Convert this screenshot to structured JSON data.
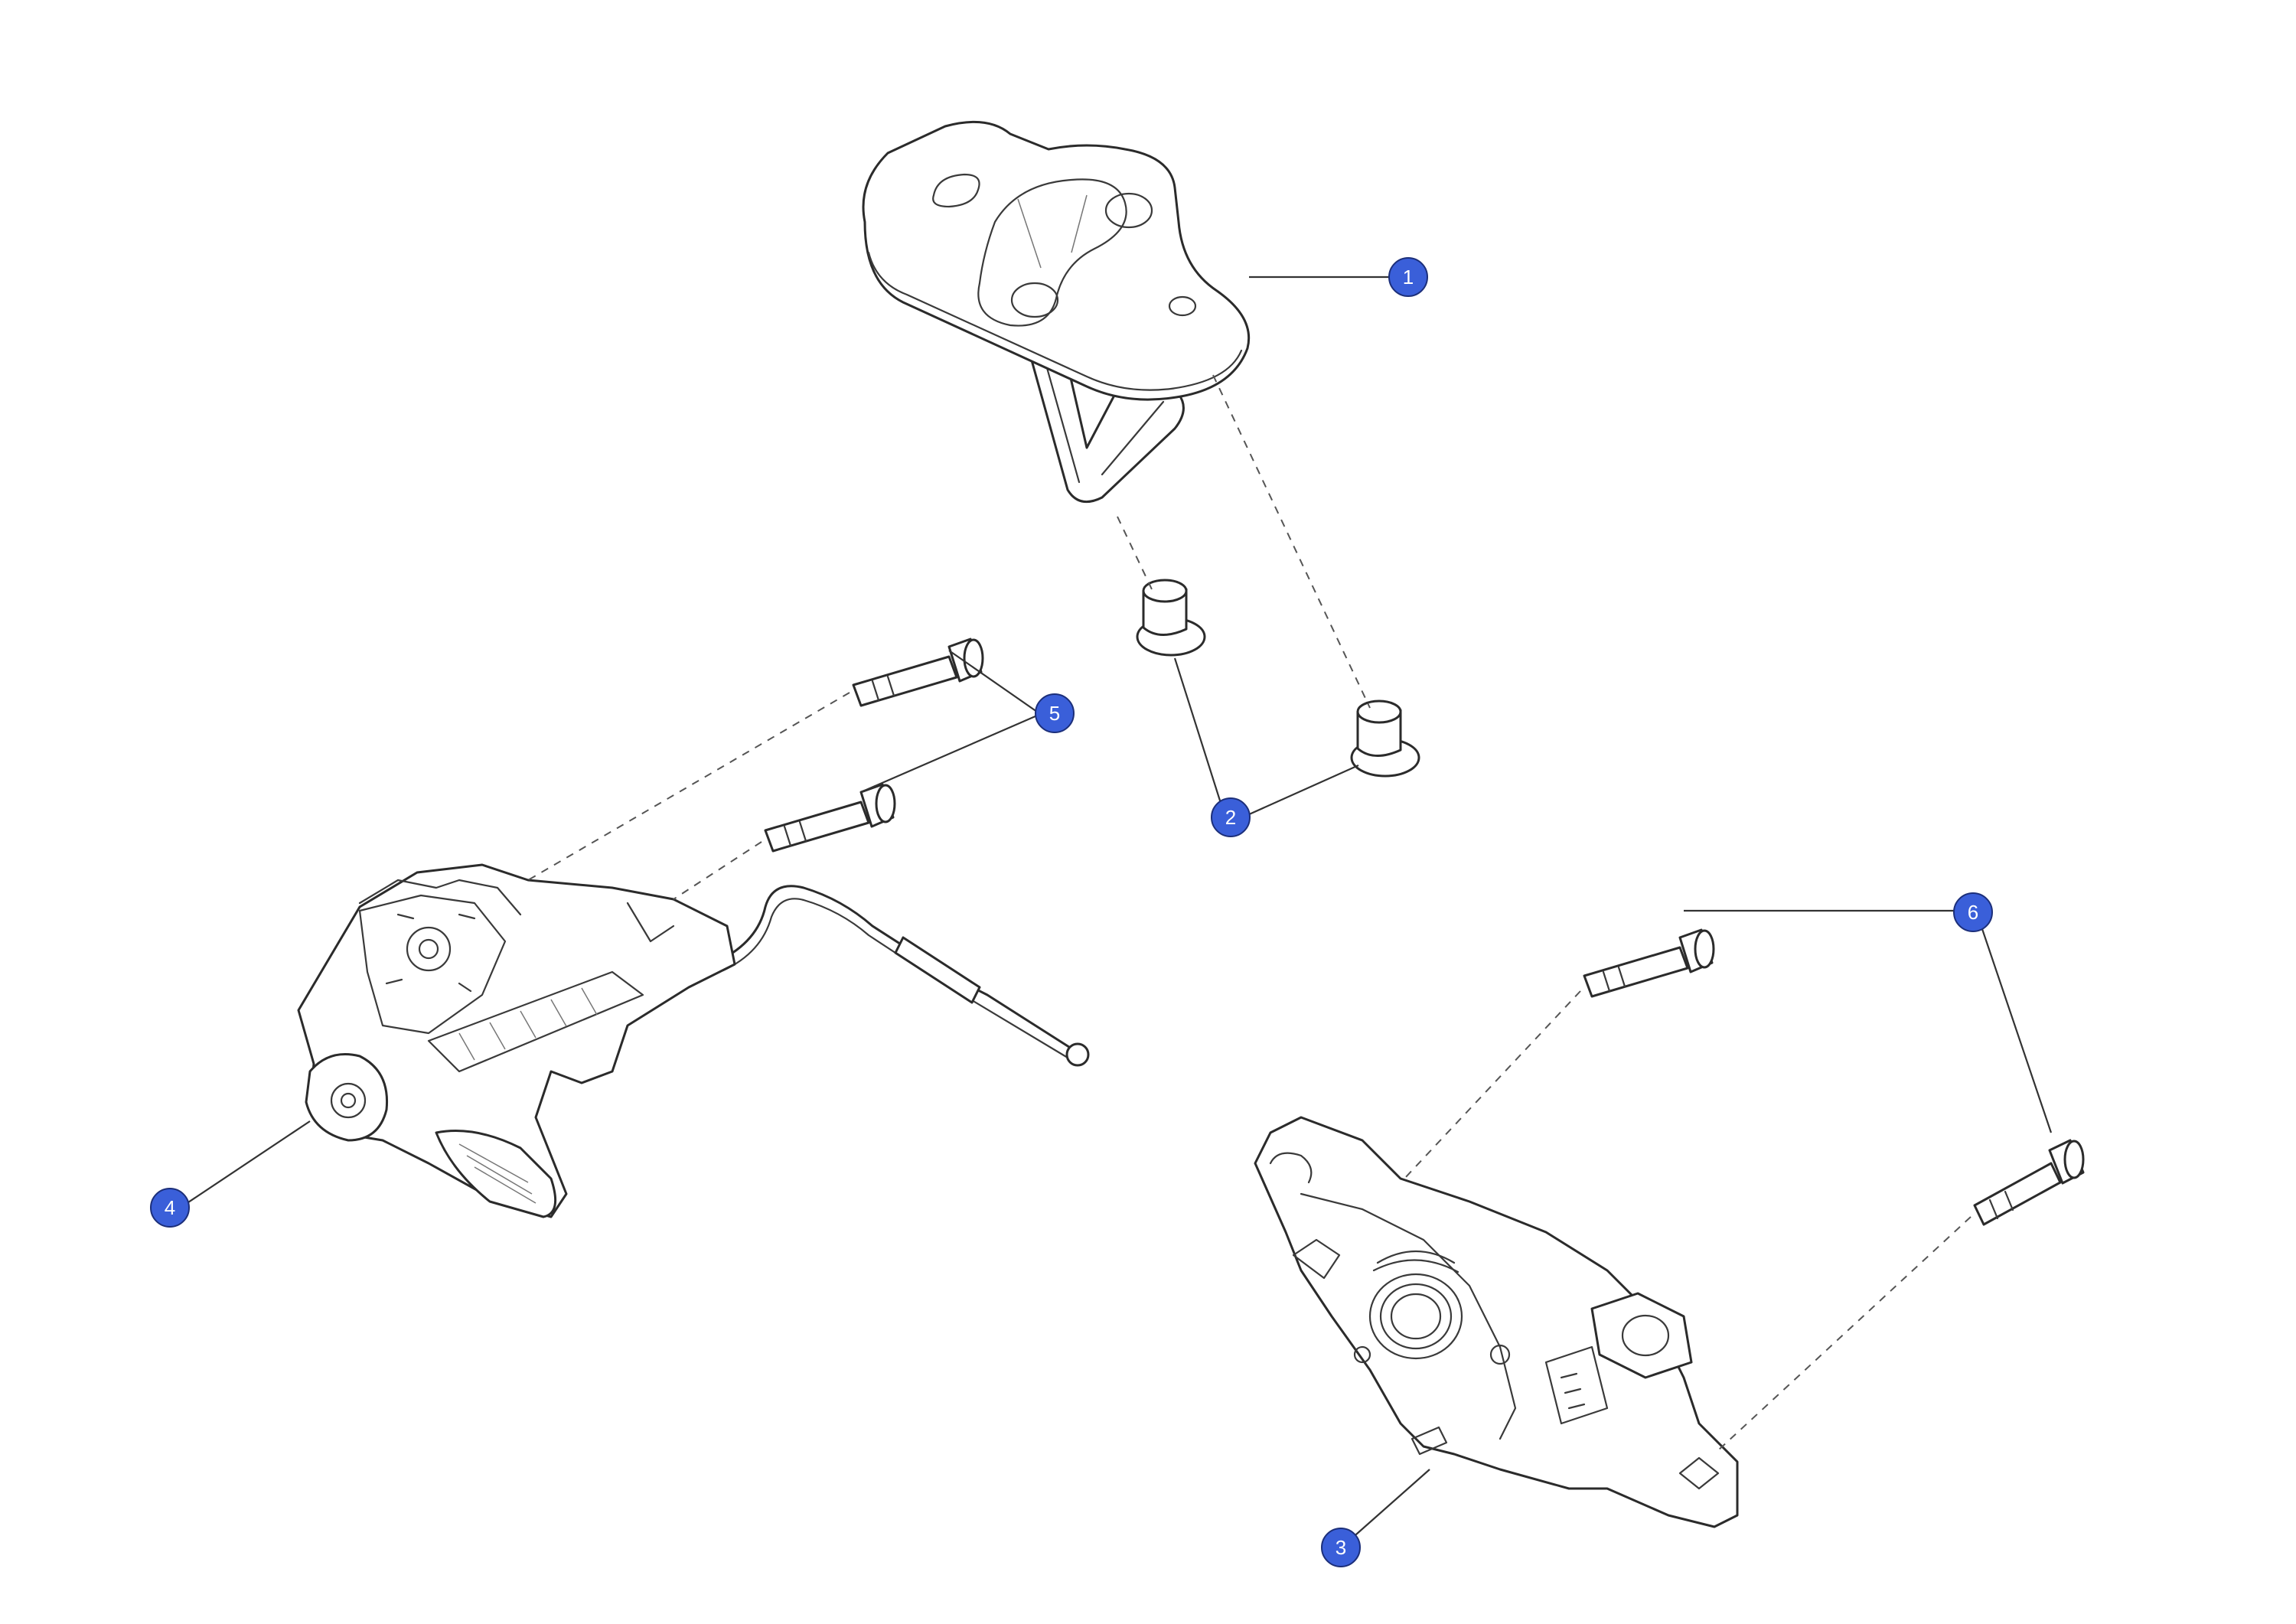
{
  "callouts": [
    {
      "id": "c1",
      "label": "1"
    },
    {
      "id": "c2",
      "label": "2"
    },
    {
      "id": "c3",
      "label": "3"
    },
    {
      "id": "c4",
      "label": "4"
    },
    {
      "id": "c5",
      "label": "5"
    },
    {
      "id": "c6",
      "label": "6"
    }
  ],
  "colors": {
    "callout_fill": "#3a5fd9",
    "line": "#2b2b2b",
    "background": "#ffffff"
  }
}
